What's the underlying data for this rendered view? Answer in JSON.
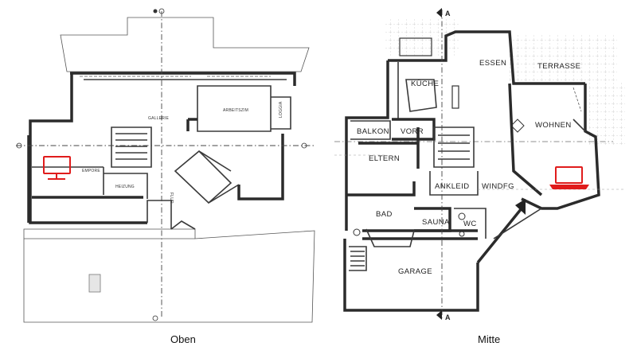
{
  "captions": {
    "left": "Oben",
    "right": "Mitte"
  },
  "section_marker": "A",
  "oben_rooms": {
    "gallerie": "GALLERIE",
    "arbeitszim": "ARBEITSZIM",
    "loggia": "LOGGIA",
    "empore": "EMPORE",
    "heizung": "HEIZUNG",
    "flur": "FLUR"
  },
  "mitte_rooms": {
    "essen": "ESSEN",
    "terrasse": "TERRASSE",
    "kueche": "KÜCHE",
    "balkon": "BALKON",
    "vorr": "VORR",
    "wohnen": "WOHNEN",
    "eltern": "ELTERN",
    "ankleid": "ANKLEID",
    "windfg": "WINDFG",
    "bad": "BAD",
    "sauna": "SAUNA",
    "wc": "WC",
    "garage": "GARAGE"
  },
  "icons": {
    "oben_marker": "tv-monitor-icon",
    "mitte_marker": "laptop-icon"
  },
  "colors": {
    "marker": "#e01c1c",
    "wall": "#2b2b2b"
  }
}
